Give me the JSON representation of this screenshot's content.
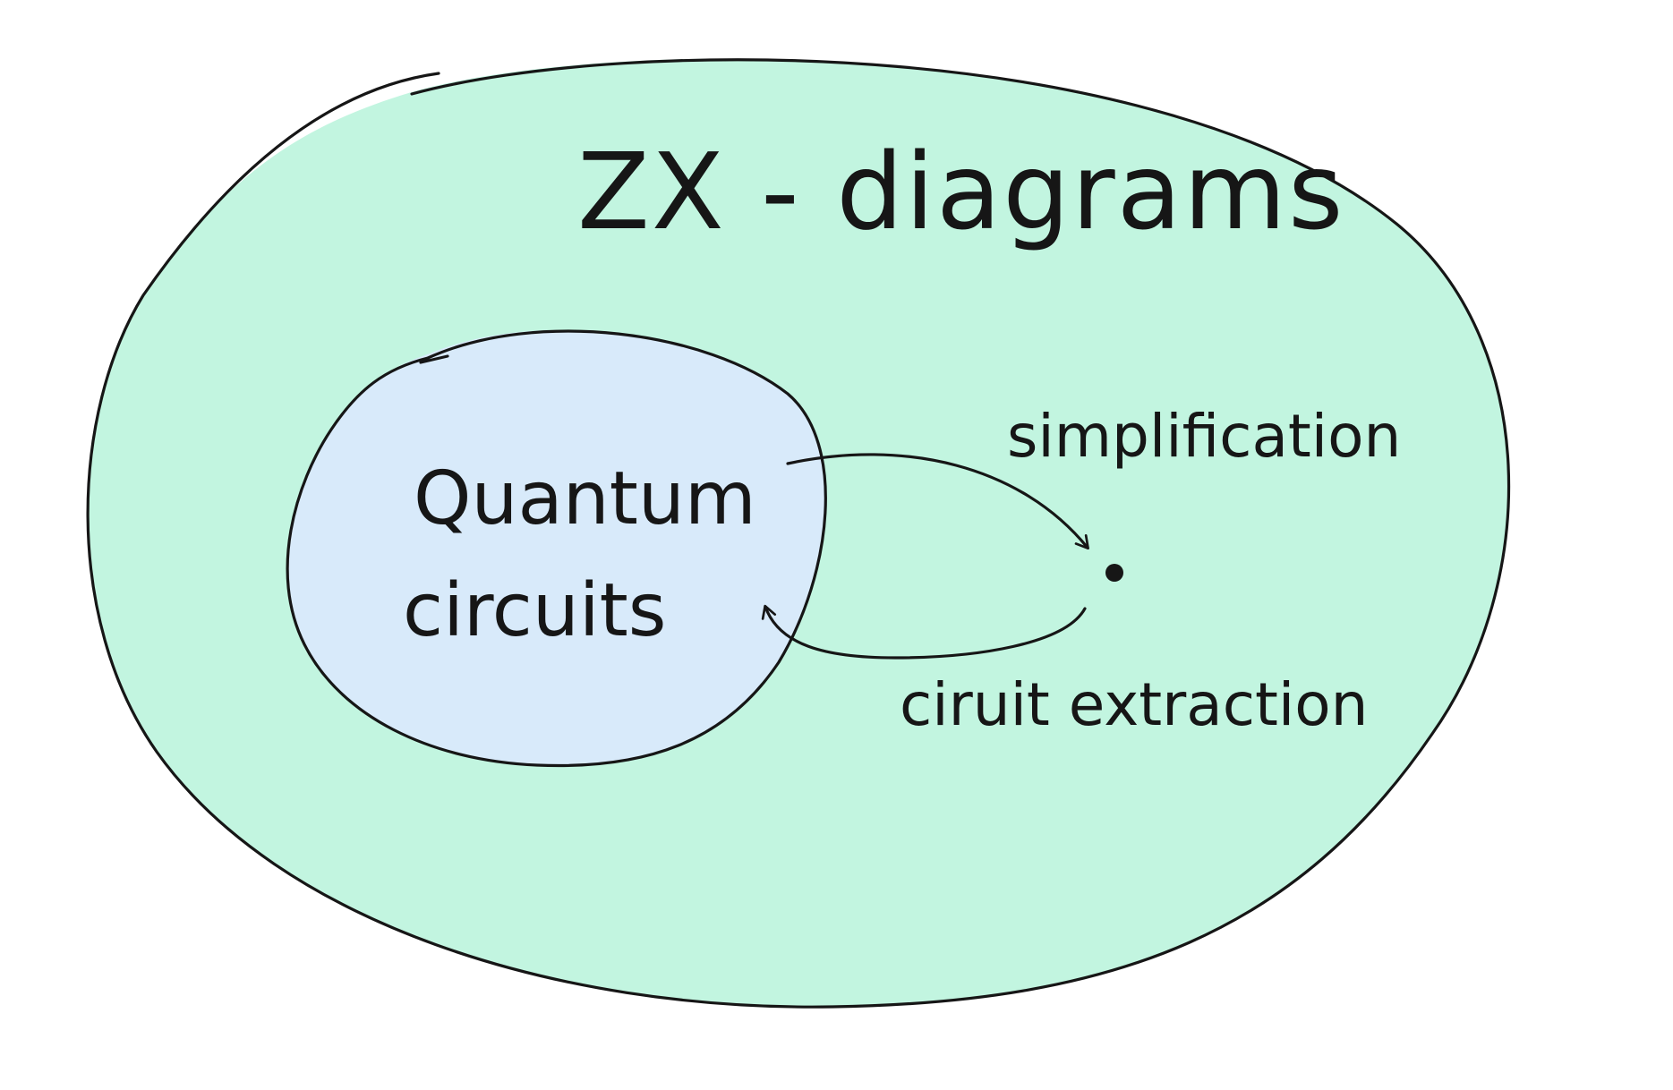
{
  "diagram": {
    "outer_region": {
      "label": "ZX - diagrams",
      "fill_color": "#c2f5e0"
    },
    "inner_region": {
      "label_line1": "Quantum",
      "label_line2": "circuits",
      "fill_color": "#d8eafa"
    },
    "arrows": {
      "forward_label": "simplification",
      "backward_label": "ciruit extraction"
    },
    "stroke_color": "#161616"
  }
}
